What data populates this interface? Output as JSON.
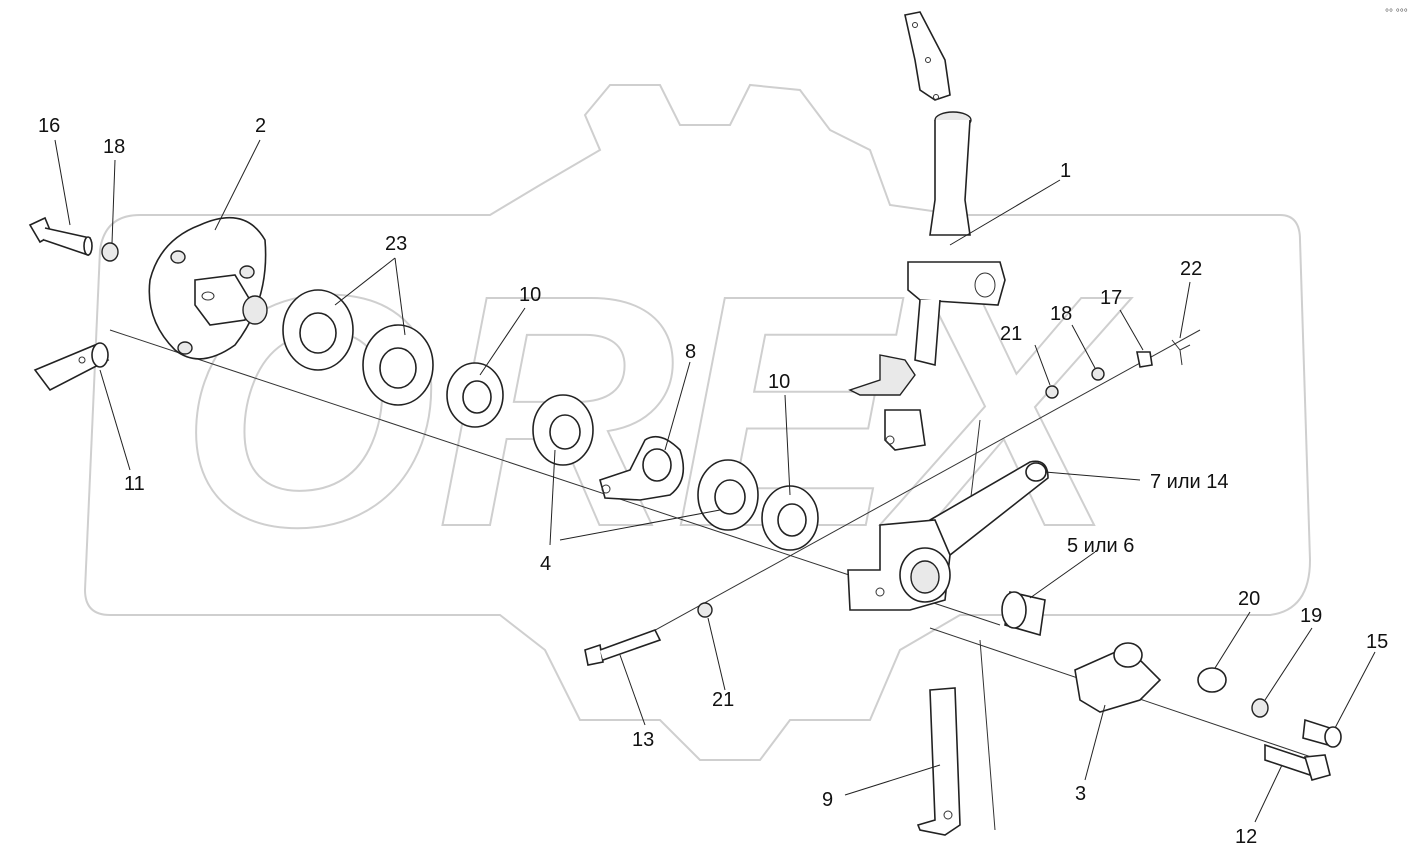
{
  "watermark": {
    "text": "OREX"
  },
  "corner_mark": "°° °°°",
  "labels": {
    "l1": "1",
    "l2": "2",
    "l3": "3",
    "l4": "4",
    "l5": "5 или 6",
    "l7": "7 или 14",
    "l8": "8",
    "l9": "9",
    "l10a": "10",
    "l10b": "10",
    "l11": "11",
    "l12": "12",
    "l13": "13",
    "l15": "15",
    "l16": "16",
    "l17": "17",
    "l18a": "18",
    "l18b": "18",
    "l19": "19",
    "l20": "20",
    "l21a": "21",
    "l21b": "21",
    "l22": "22",
    "l23": "23"
  }
}
